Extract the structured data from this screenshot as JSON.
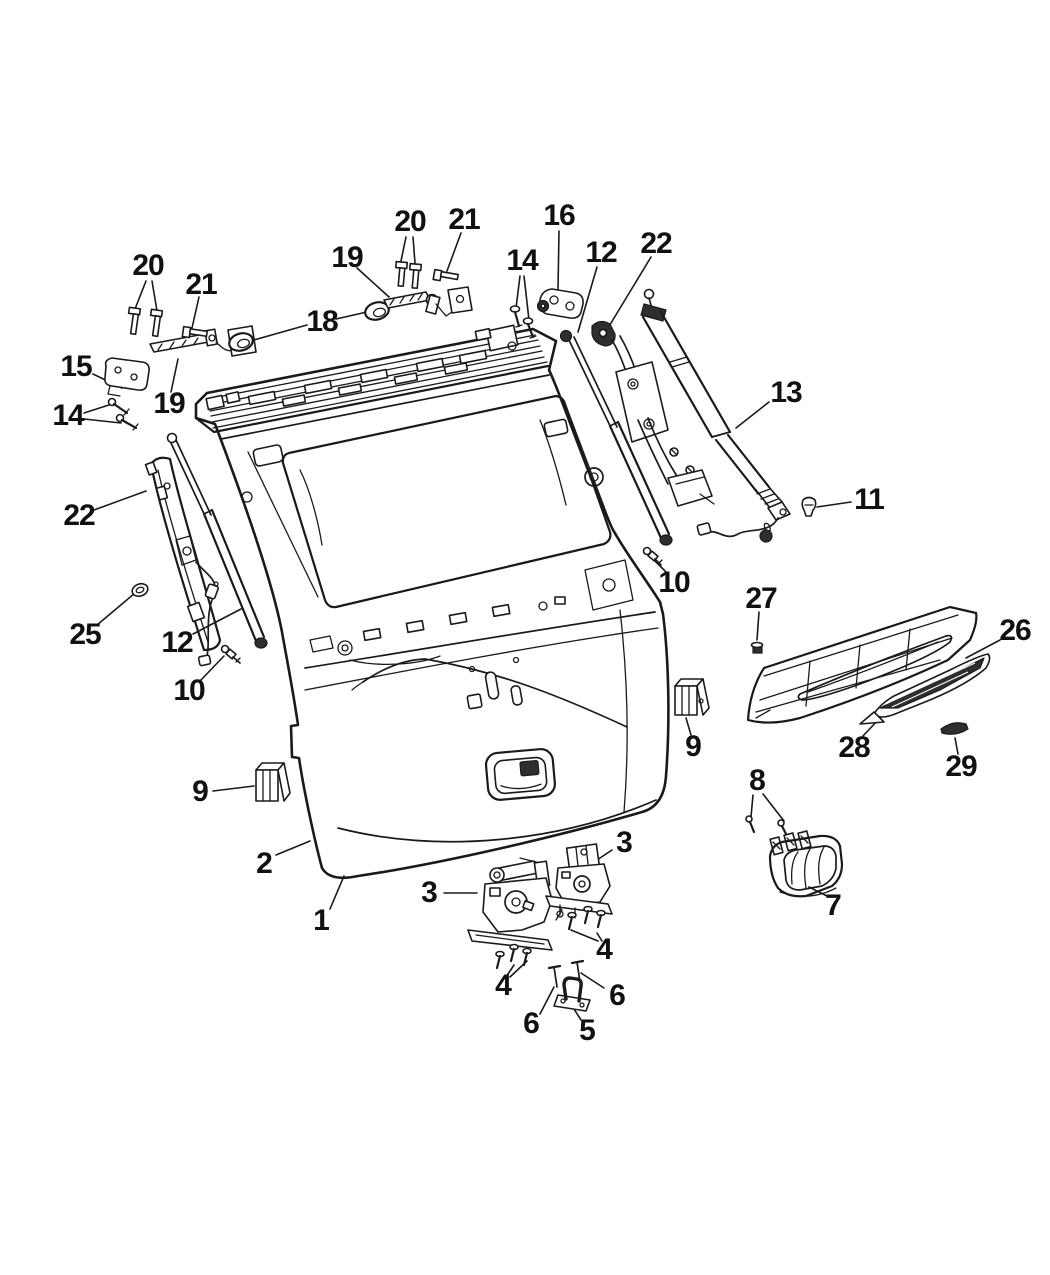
{
  "diagram": {
    "type": "exploded-parts-diagram",
    "background_color": "#ffffff",
    "line_color": "#1a1a1a",
    "label_color": "#111111",
    "part_numbers_visible": [
      "1",
      "2",
      "3",
      "4",
      "5",
      "6",
      "7",
      "8",
      "9",
      "10",
      "11",
      "12",
      "13",
      "14",
      "15",
      "16",
      "18",
      "19",
      "20",
      "21",
      "22",
      "25",
      "26",
      "27",
      "28",
      "29"
    ],
    "callouts": [
      {
        "id": "c20-left",
        "text": "20"
      },
      {
        "id": "c21-left",
        "text": "21"
      },
      {
        "id": "c19-center",
        "text": "19"
      },
      {
        "id": "c20-center",
        "text": "20"
      },
      {
        "id": "c21-center",
        "text": "21"
      },
      {
        "id": "c16",
        "text": "16"
      },
      {
        "id": "c14-center",
        "text": "14"
      },
      {
        "id": "c12-right",
        "text": "12"
      },
      {
        "id": "c22-right",
        "text": "22"
      },
      {
        "id": "c15",
        "text": "15"
      },
      {
        "id": "c19-left",
        "text": "19"
      },
      {
        "id": "c14-left",
        "text": "14"
      },
      {
        "id": "c18",
        "text": "18"
      },
      {
        "id": "c13",
        "text": "13"
      },
      {
        "id": "c11",
        "text": "11"
      },
      {
        "id": "c22-left",
        "text": "22"
      },
      {
        "id": "c25",
        "text": "25"
      },
      {
        "id": "c12-left",
        "text": "12"
      },
      {
        "id": "c10-left",
        "text": "10"
      },
      {
        "id": "c10-right",
        "text": "10"
      },
      {
        "id": "c27",
        "text": "27"
      },
      {
        "id": "c26",
        "text": "26"
      },
      {
        "id": "c9-right",
        "text": "9"
      },
      {
        "id": "c28",
        "text": "28"
      },
      {
        "id": "c29",
        "text": "29"
      },
      {
        "id": "c9-left",
        "text": "9"
      },
      {
        "id": "c8",
        "text": "8"
      },
      {
        "id": "c2",
        "text": "2"
      },
      {
        "id": "c3-left",
        "text": "3"
      },
      {
        "id": "c3-right",
        "text": "3"
      },
      {
        "id": "c7",
        "text": "7"
      },
      {
        "id": "c1",
        "text": "1"
      },
      {
        "id": "c4-right",
        "text": "4"
      },
      {
        "id": "c4-left",
        "text": "4"
      },
      {
        "id": "c6-right",
        "text": "6"
      },
      {
        "id": "c6-left",
        "text": "6"
      },
      {
        "id": "c5",
        "text": "5"
      }
    ]
  }
}
